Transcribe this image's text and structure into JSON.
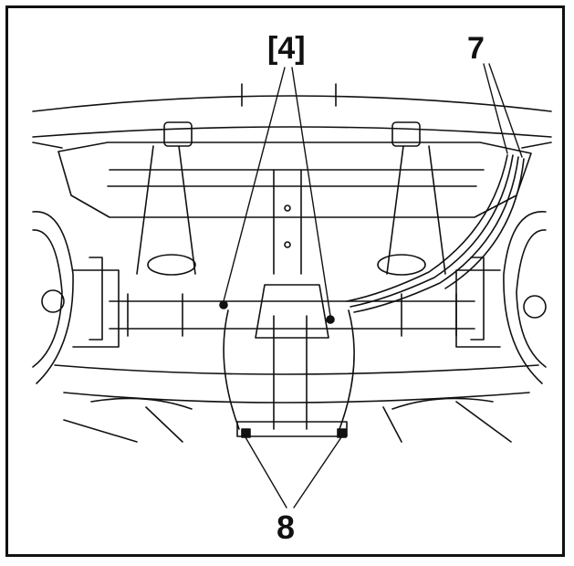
{
  "callouts": {
    "fasteners_label": "[4]",
    "pipes_label": "7",
    "brackets_label": "8"
  },
  "colors": {
    "ink": "#111111",
    "paper": "#ffffff"
  }
}
